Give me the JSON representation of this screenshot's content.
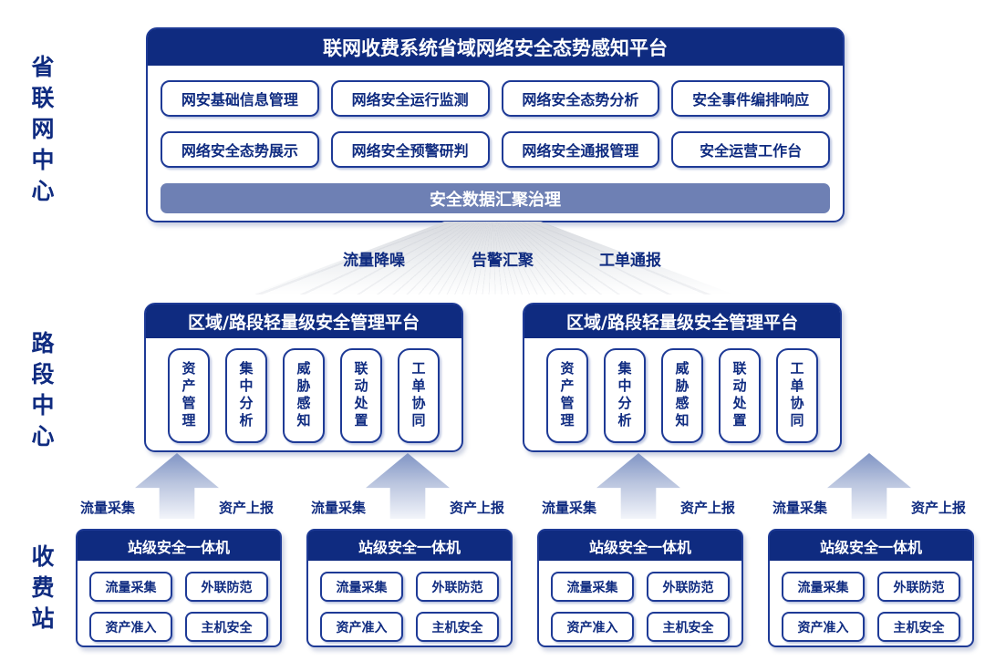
{
  "colors": {
    "navy": "#0f2b80",
    "panel_border": "#1e3a96",
    "data_bar": "#6e80b4",
    "arrow_gradient_top": "#8094c4",
    "arrow_gradient_bottom": "#f3f5fa",
    "funnel_gray": "#d7d9de"
  },
  "left_rail": [
    {
      "label": "省联网中心"
    },
    {
      "label": "路段中心"
    },
    {
      "label": "收费站"
    }
  ],
  "top_platform": {
    "title": "联网收费系统省域网络安全态势感知平台",
    "modules_row1": [
      "网安基础信息管理",
      "网络安全运行监测",
      "网络安全态势分析",
      "安全事件编排响应"
    ],
    "modules_row2": [
      "网络安全态势展示",
      "网络安全预警研判",
      "网络安全通报管理",
      "安全运营工作台"
    ],
    "data_bar": "安全数据汇聚治理"
  },
  "flow_labels": [
    "流量降噪",
    "告警汇聚",
    "工单通报"
  ],
  "section_platforms": [
    {
      "title": "区域/路段轻量级安全管理平台",
      "modules": [
        "资产管理",
        "集中分析",
        "威胁感知",
        "联动处置",
        "工单协同"
      ]
    },
    {
      "title": "区域/路段轻量级安全管理平台",
      "modules": [
        "资产管理",
        "集中分析",
        "威胁感知",
        "联动处置",
        "工单协同"
      ]
    }
  ],
  "arrows": [
    {
      "left": "流量采集",
      "right": "资产上报"
    },
    {
      "left": "流量采集",
      "right": "资产上报"
    },
    {
      "left": "流量采集",
      "right": "资产上报"
    },
    {
      "left": "流量采集",
      "right": "资产上报"
    }
  ],
  "stations": [
    {
      "title": "站级安全一体机",
      "modules": [
        "流量采集",
        "外联防范",
        "资产准入",
        "主机安全"
      ]
    },
    {
      "title": "站级安全一体机",
      "modules": [
        "流量采集",
        "外联防范",
        "资产准入",
        "主机安全"
      ]
    },
    {
      "title": "站级安全一体机",
      "modules": [
        "流量采集",
        "外联防范",
        "资产准入",
        "主机安全"
      ]
    },
    {
      "title": "站级安全一体机",
      "modules": [
        "流量采集",
        "外联防范",
        "资产准入",
        "主机安全"
      ]
    }
  ]
}
